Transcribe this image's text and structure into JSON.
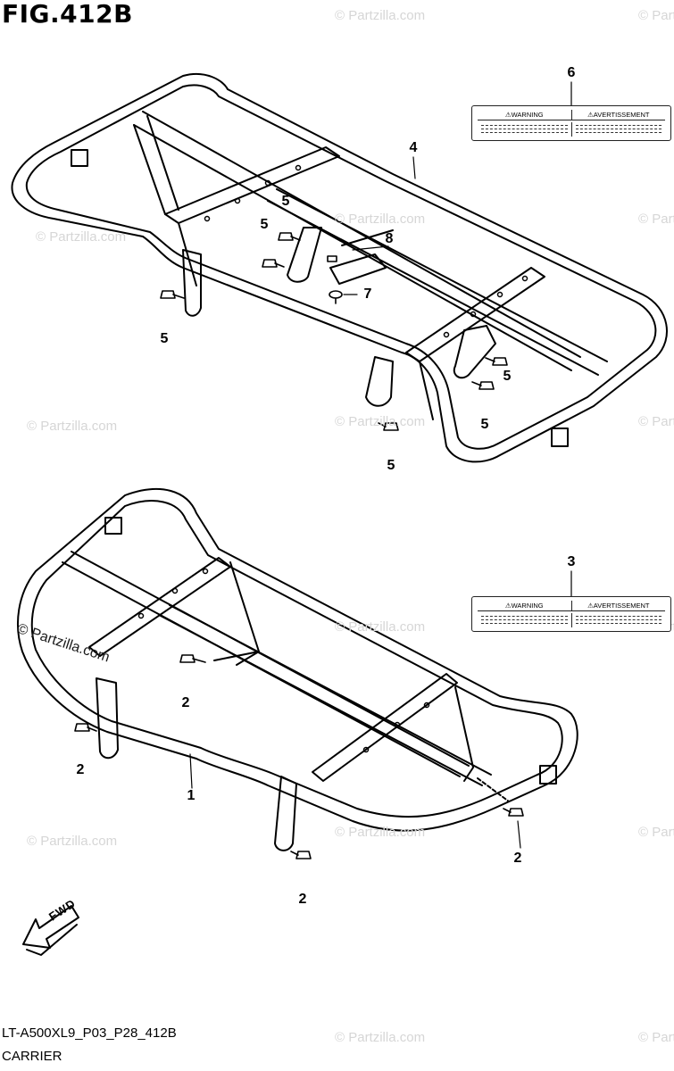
{
  "figure": {
    "title": "FIG.412B",
    "code": "LT-A500XL9_P03_P28_412B",
    "name": "CARRIER"
  },
  "callouts": {
    "c6": "6",
    "c4": "4",
    "c5a": "5",
    "c5b": "5",
    "c5c": "5",
    "c8": "8",
    "c7": "7",
    "c5d": "5",
    "c5e": "5",
    "c5f": "5",
    "c3": "3",
    "c2a": "2",
    "c2b": "2",
    "c1": "1",
    "c2c": "2",
    "c2d": "2"
  },
  "labels": {
    "upper": {
      "left": "⚠WARNING",
      "right": "⚠AVERTISSEMENT"
    },
    "lower": {
      "left": "⚠WARNING",
      "right": "⚠AVERTISSEMENT"
    }
  },
  "fwd": "FWD",
  "watermark": {
    "text": "© Partzilla.com"
  },
  "colors": {
    "line": "#000000",
    "watermark": "#d6d6d6"
  }
}
